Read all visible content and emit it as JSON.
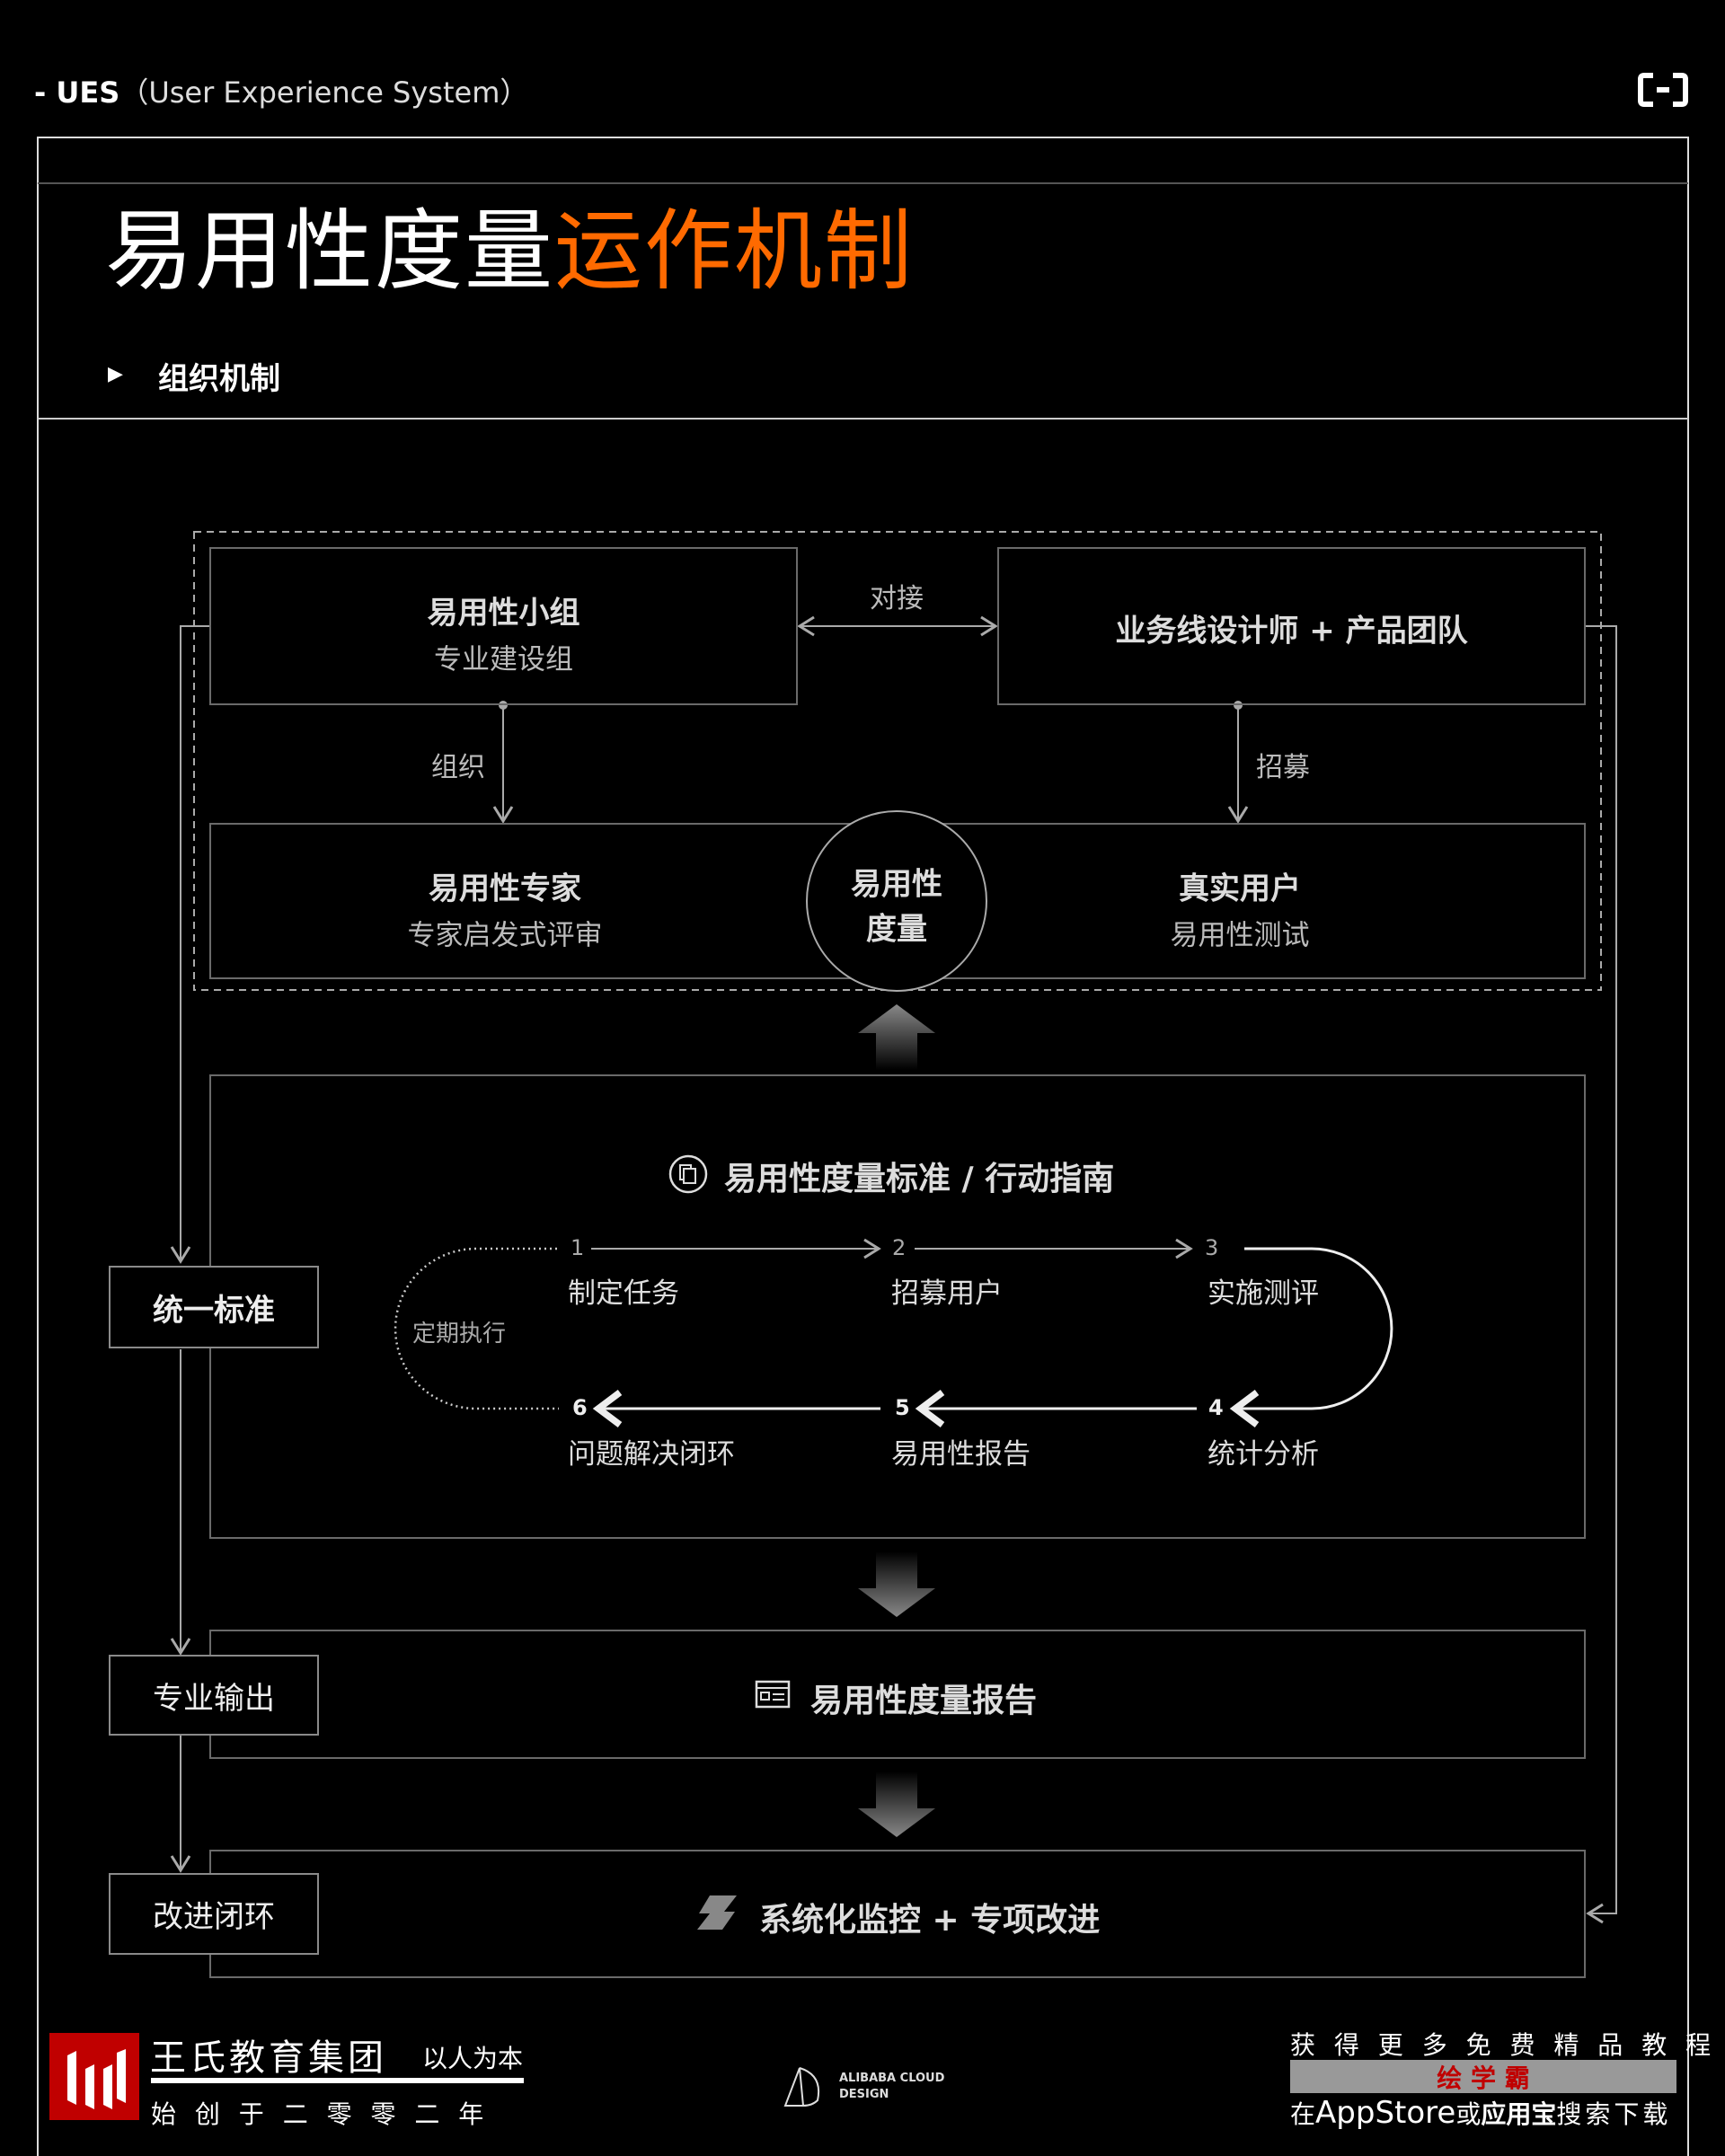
{
  "header": {
    "prefix": "- UES",
    "subtitle": "（User Experience System）",
    "logo_icon": "alibaba-cloud-bracket-icon"
  },
  "title": {
    "part1": "易用性度量",
    "part2": "运作机制",
    "accent_color": "#ff6a00"
  },
  "section": {
    "label": "组织机制"
  },
  "org": {
    "group": {
      "title": "易用性小组",
      "sub": "专业建设组"
    },
    "team": {
      "title": "业务线设计师 + 产品团队"
    },
    "link_label": "对接",
    "organize_label": "组织",
    "recruit_label": "招募",
    "expert": {
      "title": "易用性专家",
      "sub": "专家启发式评审"
    },
    "user": {
      "title": "真实用户",
      "sub": "易用性测试"
    },
    "center": {
      "line1": "易用性",
      "line2": "度量"
    }
  },
  "standard": {
    "heading": "易用性度量标准 / 行动指南",
    "loop_label": "定期执行",
    "steps": [
      {
        "num": "1",
        "label": "制定任务"
      },
      {
        "num": "2",
        "label": "招募用户"
      },
      {
        "num": "3",
        "label": "实施测评"
      },
      {
        "num": "4",
        "label": "统计分析"
      },
      {
        "num": "5",
        "label": "易用性报告"
      },
      {
        "num": "6",
        "label": "问题解决闭环"
      }
    ]
  },
  "report": {
    "heading": "易用性度量报告"
  },
  "improve": {
    "heading": "系统化监控 + 专项改进"
  },
  "side": {
    "unify": "统一标准",
    "output": "专业输出",
    "loop": "改进闭环"
  },
  "footer": {
    "org_name": "王氏教育集团",
    "motto": "以人为本",
    "founded": "始 创 于 二 零 零 二 年",
    "center_logo": "ALIBABA CLOUD DESIGN",
    "promo_top": "获 得 更 多 免 费 精 品 教 程",
    "promo_brand": "绘 学 霸",
    "promo_bottom_a": "在",
    "promo_bottom_b": "AppStore",
    "promo_bottom_c": "或",
    "promo_bottom_d": "应用宝",
    "promo_bottom_e": "搜索下载",
    "brand_red": "#c00000"
  }
}
